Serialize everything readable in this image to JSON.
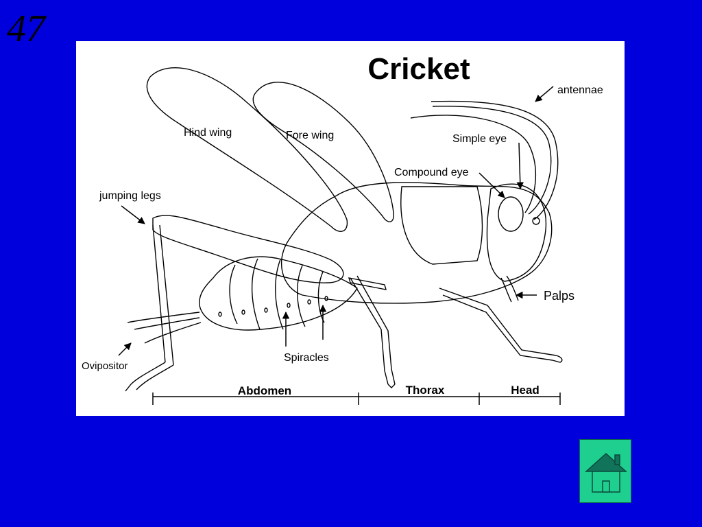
{
  "slide": {
    "number": "47"
  },
  "diagram": {
    "title": "Cricket",
    "labels": {
      "antennae": "antennae",
      "hind_wing": "Hind wing",
      "fore_wing": "Fore wing",
      "simple_eye": "Simple eye",
      "compound_eye": "Compound eye",
      "jumping_legs": "jumping legs",
      "palps": "Palps",
      "ovipositor": "Ovipositor",
      "spiracles": "Spiracles"
    },
    "regions": {
      "abdomen": "Abdomen",
      "thorax": "Thorax",
      "head": "Head"
    }
  },
  "nav": {
    "home_icon": "home-icon",
    "home_color": "#1fcf8f"
  }
}
